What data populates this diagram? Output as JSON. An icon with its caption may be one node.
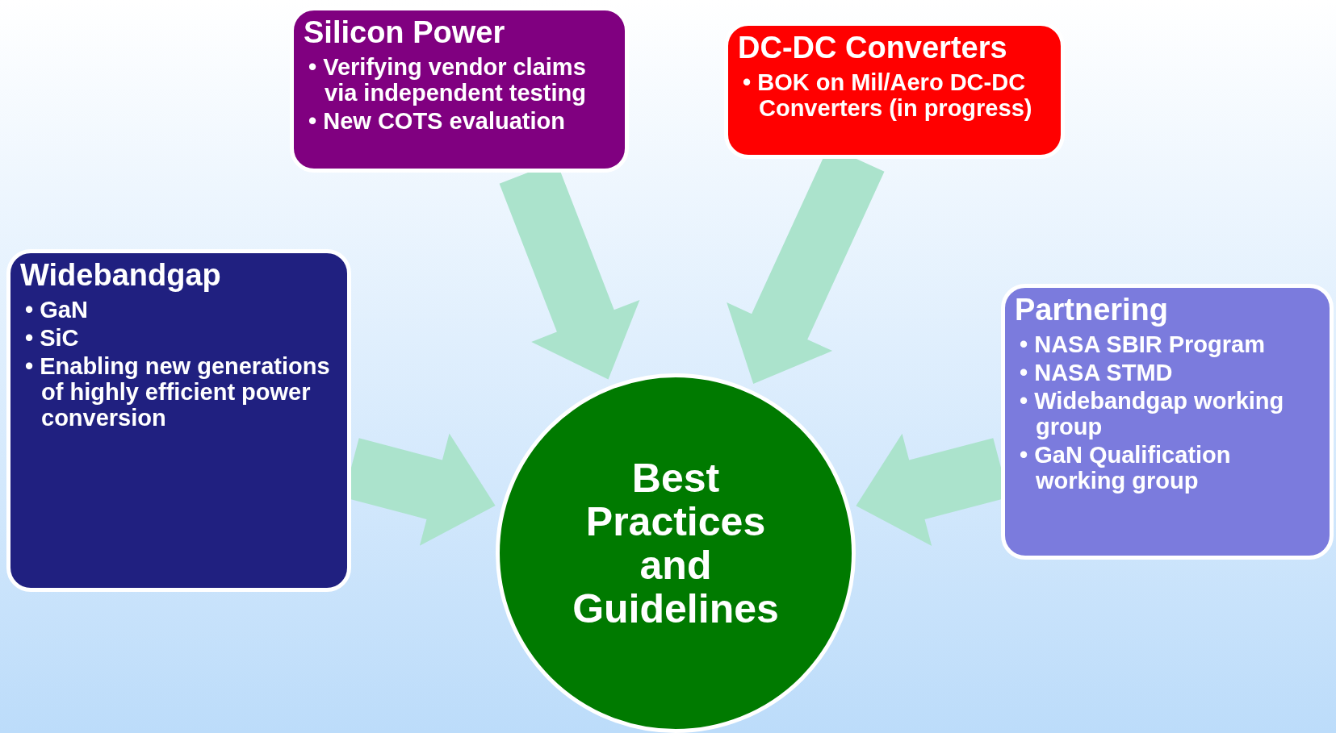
{
  "diagram": {
    "nodes": [
      {
        "text": [
          "Silicon Power",
          "• Verifying vendor claims via independent testing",
          "• New COTS evaluation"
        ]
      },
      {
        "text": [
          "DC-DC Converters",
          "• BOK on Mil/Aero DC-DC Converters (in progress)"
        ]
      },
      {
        "text": [
          "Widebandgap",
          "• GaN",
          "• SiC",
          "• Enabling new generations of highly efficient power conversion"
        ]
      },
      {
        "text": [
          "Partnering",
          "• NASA SBIR Program",
          "• NASA STMD",
          "• Widebandgap working group",
          "• GaN Qualification working group"
        ]
      },
      {
        "text": [
          "Best Practices and Guidelines"
        ]
      }
    ],
    "edges": [
      {
        "from": 0,
        "to": 4,
        "arrow": "to"
      },
      {
        "from": 1,
        "to": 4,
        "arrow": "to"
      },
      {
        "from": 2,
        "to": 4,
        "arrow": "to"
      },
      {
        "from": 3,
        "to": 4,
        "arrow": "to"
      }
    ]
  }
}
